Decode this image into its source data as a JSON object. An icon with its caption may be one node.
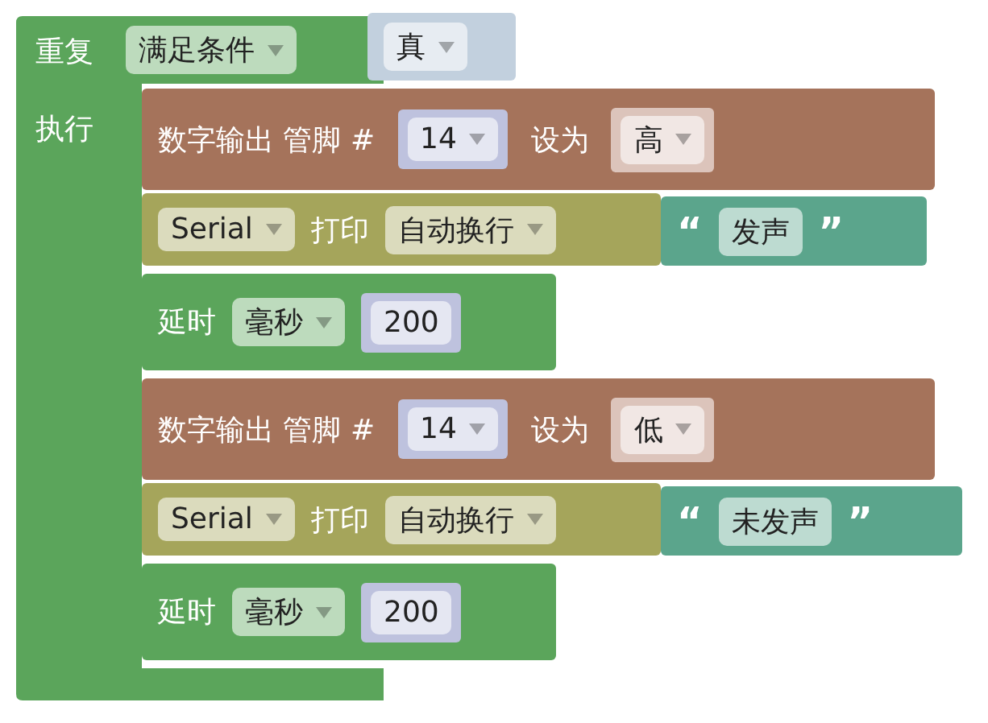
{
  "diagram": {
    "nodes": [
      {
        "text": [
          "重复",
          "满足条件",
          "执行"
        ]
      },
      {
        "text": [
          "真"
        ]
      },
      {
        "text": [
          "数字输出 管脚 #",
          "设为"
        ]
      },
      {
        "text": [
          "14"
        ],
        "in": 2
      },
      {
        "text": [
          "高"
        ],
        "in": 2
      },
      {
        "text": [
          "Serial",
          "打印",
          "自动换行"
        ]
      },
      {
        "text": [
          "“",
          "发声",
          "”"
        ]
      },
      {
        "text": [
          "延时",
          "毫秒"
        ]
      },
      {
        "text": [
          "200"
        ],
        "in": 7
      },
      {
        "text": [
          "数字输出 管脚 #",
          "设为"
        ]
      },
      {
        "text": [
          "14"
        ],
        "in": 9
      },
      {
        "text": [
          "低"
        ],
        "in": 9
      },
      {
        "text": [
          "Serial",
          "打印",
          "自动换行"
        ]
      },
      {
        "text": [
          "“",
          "未发声",
          "”"
        ]
      },
      {
        "text": [
          "延时",
          "毫秒"
        ]
      },
      {
        "text": [
          "200"
        ],
        "in": 14
      }
    ]
  }
}
